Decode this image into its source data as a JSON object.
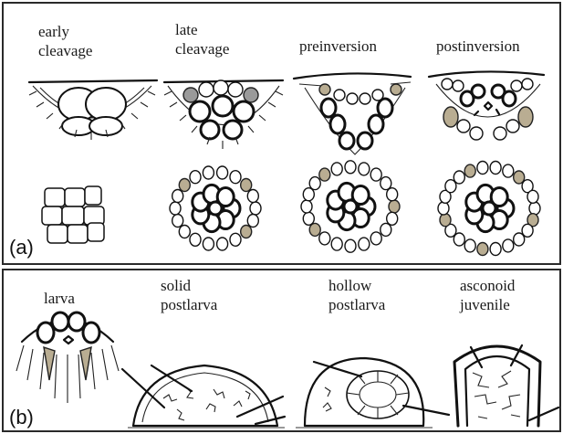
{
  "panel_a": {
    "label": "(a)",
    "stages": [
      {
        "title": "early\ncleavage"
      },
      {
        "title": "late\ncleavage"
      },
      {
        "title": "preinversion"
      },
      {
        "title": "postinversion"
      }
    ]
  },
  "panel_b": {
    "label": "(b)",
    "stages": [
      {
        "title": "larva"
      },
      {
        "title": "solid\npostlarva"
      },
      {
        "title": "hollow\npostlarva"
      },
      {
        "title": "asconoid\njuvenile"
      }
    ]
  },
  "colors": {
    "ink": "#111111",
    "grey_cell": "#9a9a9a",
    "tan_cell": "#b9ad92",
    "frame": "#2a2a2a"
  }
}
